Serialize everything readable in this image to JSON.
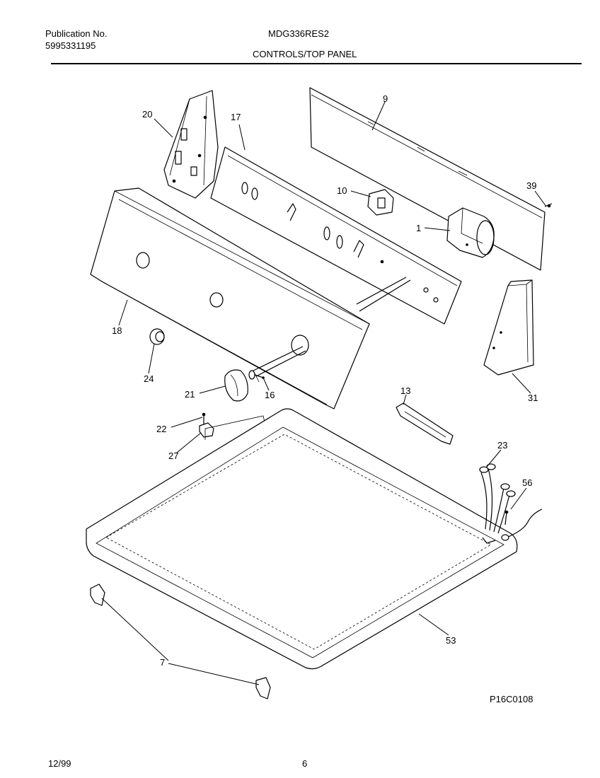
{
  "header": {
    "publication_label": "Publication No.",
    "publication_number": "5995331195",
    "model": "MDG336RES2",
    "section_title": "CONTROLS/TOP PANEL"
  },
  "callouts": [
    "20",
    "17",
    "9",
    "39",
    "10",
    "1",
    "18",
    "24",
    "21",
    "16",
    "13",
    "31",
    "22",
    "27",
    "23",
    "56",
    "53",
    "7"
  ],
  "figure_code": "P16C0108",
  "footer": {
    "date": "12/99",
    "page_number": "6"
  }
}
